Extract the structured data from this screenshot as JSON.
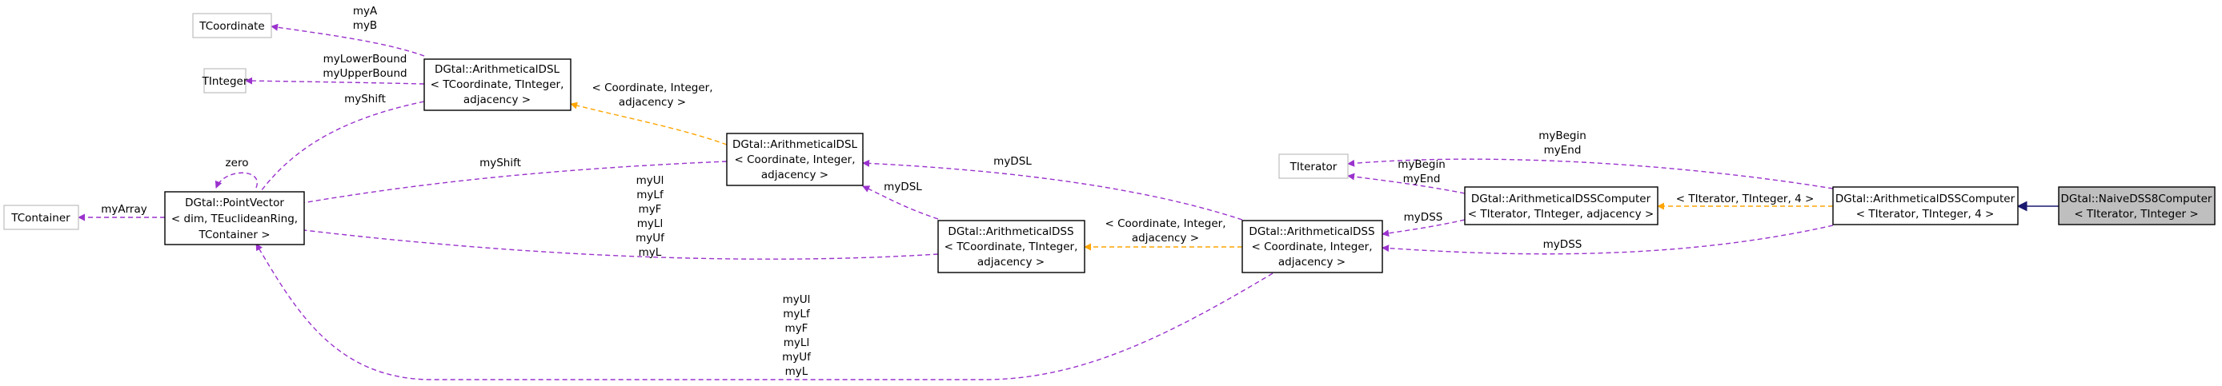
{
  "colors": {
    "usage_edge": "#9a32cd",
    "template_edge": "#ffa500",
    "inheritance_edge": "#191970",
    "focus_fill": "#bfbfbf"
  },
  "nodes": {
    "tcoordinate": [
      "TCoordinate"
    ],
    "tinteger": [
      "TInteger"
    ],
    "tcontainer": [
      "TContainer"
    ],
    "titerator": [
      "TIterator"
    ],
    "arith_dsl_template": [
      "DGtal::ArithmeticalDSL",
      "< TCoordinate, TInteger,",
      "adjacency >"
    ],
    "point_vector": [
      "DGtal::PointVector",
      "< dim, TEuclideanRing,",
      "TContainer >"
    ],
    "arith_dsl_inst": [
      "DGtal::ArithmeticalDSL",
      "< Coordinate, Integer,",
      "adjacency >"
    ],
    "arith_dss_template": [
      "DGtal::ArithmeticalDSS",
      "< TCoordinate, TInteger,",
      "adjacency >"
    ],
    "arith_dss_inst": [
      "DGtal::ArithmeticalDSS",
      "< Coordinate, Integer,",
      "adjacency >"
    ],
    "dss_computer_template": [
      "DGtal::ArithmeticalDSSComputer",
      "< TIterator, TInteger, adjacency >"
    ],
    "dss_computer_inst": [
      "DGtal::ArithmeticalDSSComputer",
      "< TIterator, TInteger, 4 >"
    ],
    "naive_dss8_computer": [
      "DGtal::NaiveDSS8Computer",
      "< TIterator, TInteger >"
    ]
  },
  "edge_labels": {
    "myA_myB": [
      "myA",
      "myB"
    ],
    "lower_upper_bound": [
      "myLowerBound",
      "myUpperBound"
    ],
    "dsl_myShift": [
      "myShift"
    ],
    "dsl_template_args": [
      "< Coordinate, Integer,",
      "adjacency >"
    ],
    "zero": [
      "zero"
    ],
    "myArray": [
      "myArray"
    ],
    "dsl_inst_myShift": [
      "myShift"
    ],
    "dss_template_points": [
      "myUl",
      "myLf",
      "myF",
      "myLl",
      "myUf",
      "myL"
    ],
    "dss_inst_points": [
      "myUl",
      "myLf",
      "myF",
      "myLl",
      "myUf",
      "myL"
    ],
    "dss_template_myDSL": [
      "myDSL"
    ],
    "dss_inst_myDSL": [
      "myDSL"
    ],
    "dss_template_args": [
      "< Coordinate, Integer,",
      "adjacency >"
    ],
    "computer_iter": [
      "myBegin",
      "myEnd"
    ],
    "computer_inst_iter": [
      "myBegin",
      "myEnd"
    ],
    "computer_myDSS": [
      "myDSS"
    ],
    "computer_inst_myDSS": [
      "myDSS"
    ],
    "computer_template_args": [
      "< TIterator, TInteger, 4 >"
    ]
  }
}
